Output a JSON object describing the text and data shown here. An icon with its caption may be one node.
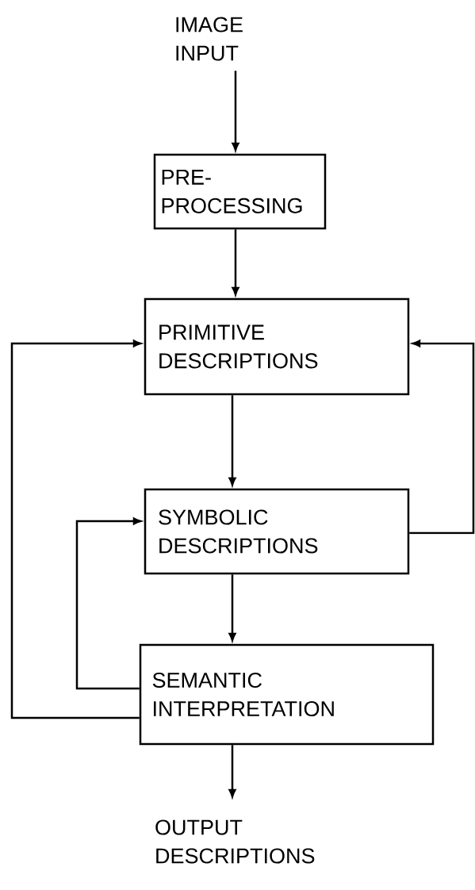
{
  "diagram": {
    "nodes": [
      {
        "text": [
          "IMAGE INPUT"
        ]
      },
      {
        "text": [
          "PRE- PROCESSING"
        ]
      },
      {
        "text": [
          "PRIMITIVE DESCRIPTIONS"
        ]
      },
      {
        "text": [
          "SYMBOLIC DESCRIPTIONS"
        ]
      },
      {
        "text": [
          "SEMANTIC INTERPRETATION"
        ]
      },
      {
        "text": [
          "OUTPUT DESCRIPTIONS"
        ]
      }
    ],
    "edges": [
      {
        "from": 0,
        "to": 1,
        "arrow": "to"
      },
      {
        "from": 1,
        "to": 2,
        "arrow": "to"
      },
      {
        "from": 2,
        "to": 3,
        "arrow": "to"
      },
      {
        "from": 3,
        "to": 4,
        "arrow": "to"
      },
      {
        "from": 4,
        "to": 5,
        "arrow": "to"
      },
      {
        "from": 4,
        "to": 3,
        "arrow": "to"
      },
      {
        "from": 4,
        "to": 2,
        "arrow": "to"
      },
      {
        "from": 3,
        "to": 2,
        "arrow": "to"
      }
    ]
  }
}
